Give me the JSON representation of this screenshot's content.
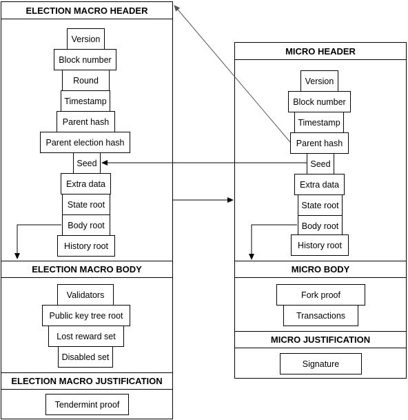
{
  "election": {
    "header_title": "ELECTION MACRO HEADER",
    "body_title": "ELECTION MACRO BODY",
    "justification_title": "ELECTION MACRO JUSTIFICATION",
    "header_fields": [
      "Version",
      "Block number",
      "Round",
      "Timestamp",
      "Parent hash",
      "Parent election hash",
      "Seed",
      "Extra data",
      "State root",
      "Body root",
      "History root"
    ],
    "body_fields": [
      "Validators",
      "Public key tree root",
      "Lost reward set",
      "Disabled set"
    ],
    "justification_fields": [
      "Tendermint proof"
    ]
  },
  "micro": {
    "header_title": "MICRO HEADER",
    "body_title": "MICRO BODY",
    "justification_title": "MICRO JUSTIFICATION",
    "header_fields": [
      "Version",
      "Block number",
      "Timestamp",
      "Parent hash",
      "Seed",
      "Extra data",
      "State root",
      "Body root",
      "History root"
    ],
    "body_fields": [
      "Fork proof",
      "Transactions"
    ],
    "justification_fields": [
      "Signature"
    ]
  }
}
